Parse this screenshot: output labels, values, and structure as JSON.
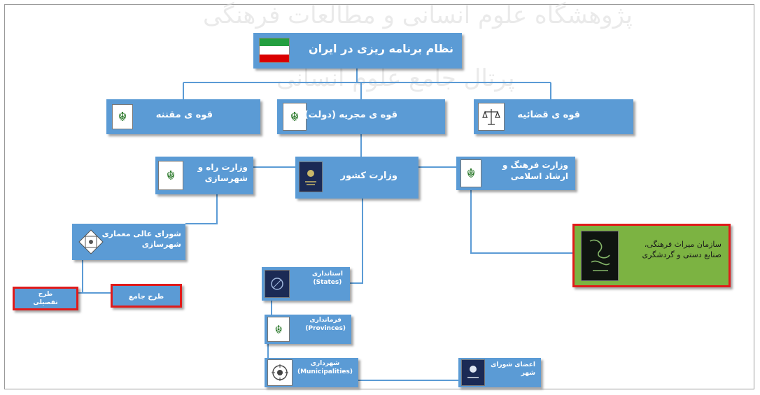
{
  "colors": {
    "box_blue": "#5b9bd5",
    "connector": "#5b9bd5",
    "highlight_border": "#e01b1b",
    "heritage_green": "#7cb342",
    "flag": [
      "#239f40",
      "#ffffff",
      "#da0000"
    ]
  },
  "watermark": {
    "line1": "پژوهشگاه علوم انسانی و مطالعات فرهنگی",
    "line2": "پرتال جامع علوم انسانی"
  },
  "chart": {
    "root": {
      "label": "نظام برنامه ریزی در ایران",
      "icon": "iran-flag-icon"
    },
    "branches": {
      "legislative": {
        "label": "قوه ی مقننه",
        "icon": "iran-emblem-logo-icon"
      },
      "executive": {
        "label": "قوه ی مجریه (دولت)",
        "icon": "iran-emblem-logo-icon"
      },
      "judiciary": {
        "label": "قوه ی قضائیه",
        "icon": "judiciary-scales-logo-icon"
      }
    },
    "ministries": {
      "roads": {
        "label": "وزارت راه و\nشهرسازی",
        "icon": "iran-emblem-logo-icon"
      },
      "interior": {
        "label": "وزارت کشور",
        "icon": "interior-ministry-logo-icon"
      },
      "culture": {
        "label": "وزارت فرهنگ و\nارشاد اسلامی",
        "icon": "iran-emblem-logo-icon"
      }
    },
    "council": {
      "label": "شورای عالی معماری\nشهرسازی",
      "icon": "architecture-council-logo-icon"
    },
    "heritage": {
      "label": "سازمان میراث فرهنگی،\nصنایع دستی و گردشگری",
      "icon": "calligraphy-logo-icon"
    },
    "plans": {
      "detailed": {
        "label": "طرح\nتفصیلی"
      },
      "master": {
        "label": "طرح جامع"
      }
    },
    "local": {
      "states": {
        "label": "استانداری\n(States)",
        "icon": "governorate-logo-icon"
      },
      "provinces": {
        "label": "فرمانداری\n(Provinces)",
        "icon": "iran-emblem-logo-icon"
      },
      "municipalities": {
        "label": "شهرداری\n(Municipalities)",
        "icon": "municipality-logo-icon"
      },
      "city_council": {
        "label": "اعضای شورای\nشهر",
        "icon": "city-council-logo-icon"
      }
    }
  }
}
